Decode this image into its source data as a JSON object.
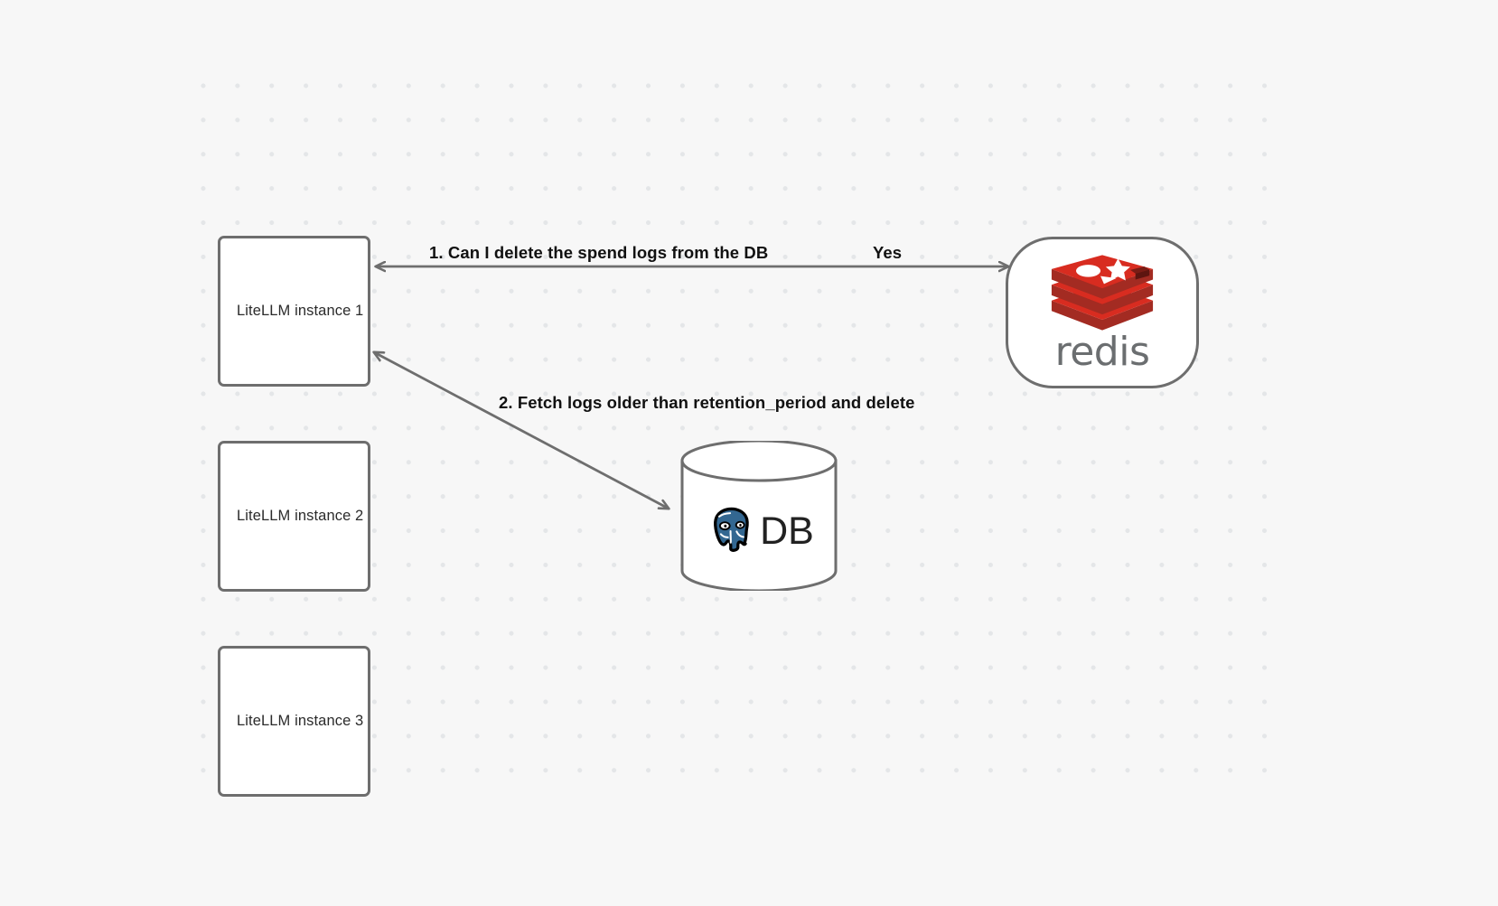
{
  "diagram": {
    "background_color": "#f7f7f7",
    "grid": {
      "dot_color": "#e4e6e8",
      "spacing": 38
    },
    "stroke_color": "#6e6e6e",
    "nodes": [
      {
        "id": "litellm-1",
        "label": "LiteLLM instance 1",
        "type": "rounded-rect"
      },
      {
        "id": "litellm-2",
        "label": "LiteLLM instance 2",
        "type": "rounded-rect"
      },
      {
        "id": "litellm-3",
        "label": "LiteLLM instance 3",
        "type": "rounded-rect"
      },
      {
        "id": "redis",
        "label": "redis",
        "type": "rounded-rect-logo",
        "logo": "redis-logo",
        "logo_color": "#d82c20"
      },
      {
        "id": "database",
        "label": "DB",
        "type": "cylinder",
        "logo": "postgresql-elephant-icon",
        "logo_color": "#336791"
      }
    ],
    "edges": [
      {
        "id": "edge-1",
        "from": "litellm-1",
        "to": "redis",
        "direction": "bidirectional",
        "labels": [
          "1.  Can I delete the spend logs from the DB",
          "Yes"
        ]
      },
      {
        "id": "edge-2",
        "from": "litellm-1",
        "to": "database",
        "direction": "bidirectional",
        "labels": [
          "2.  Fetch logs older than retention_period and delete"
        ]
      }
    ]
  }
}
